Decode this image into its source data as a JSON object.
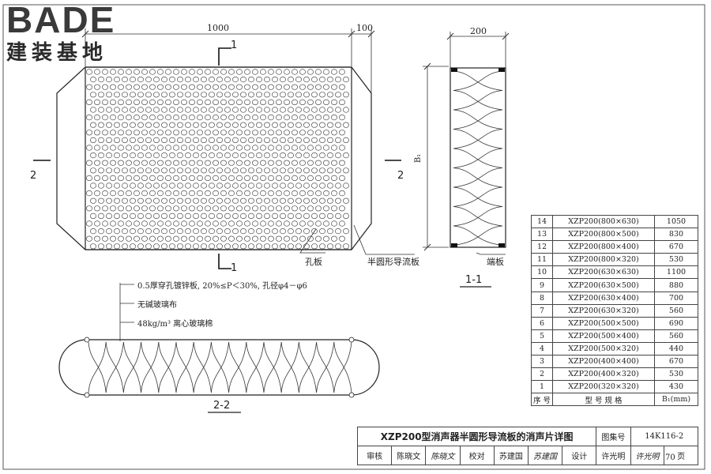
{
  "brand": {
    "name_en": "BADE",
    "name_cn": "建装基地"
  },
  "dimensions": {
    "d1000": "1000",
    "d100": "100",
    "d200": "200",
    "b1": "B₁"
  },
  "section_marks": {
    "s1_top": "1",
    "s1_bottom": "1",
    "s2_left": "2",
    "s2_right": "2",
    "view_11": "1-1",
    "view_22": "2-2"
  },
  "callouts": {
    "perforated_plate": "孔板",
    "guide_plate": "半圆形导流板",
    "end_plate": "端板",
    "layer1": "0.5厚穿孔镀锌板, 20%≤P＜30%, 孔径φ4－φ6",
    "layer2": "无碱玻璃布",
    "layer3": "48kg/m³ 离心玻璃棉"
  },
  "spec_table": {
    "header": {
      "no": "序 号",
      "model": "型 号 规 格",
      "b1": "B₁(mm)"
    },
    "rows": [
      {
        "no": "14",
        "model": "XZP200(800×630)",
        "b1": "1050"
      },
      {
        "no": "13",
        "model": "XZP200(800×500)",
        "b1": "830"
      },
      {
        "no": "12",
        "model": "XZP200(800×400)",
        "b1": "670"
      },
      {
        "no": "11",
        "model": "XZP200(800×320)",
        "b1": "530"
      },
      {
        "no": "10",
        "model": "XZP200(630×630)",
        "b1": "1100"
      },
      {
        "no": "9",
        "model": "XZP200(630×500)",
        "b1": "880"
      },
      {
        "no": "8",
        "model": "XZP200(630×400)",
        "b1": "700"
      },
      {
        "no": "7",
        "model": "XZP200(630×320)",
        "b1": "560"
      },
      {
        "no": "6",
        "model": "XZP200(500×500)",
        "b1": "690"
      },
      {
        "no": "5",
        "model": "XZP200(500×400)",
        "b1": "560"
      },
      {
        "no": "4",
        "model": "XZP200(500×320)",
        "b1": "440"
      },
      {
        "no": "3",
        "model": "XZP200(400×400)",
        "b1": "670"
      },
      {
        "no": "2",
        "model": "XZP200(400×320)",
        "b1": "530"
      },
      {
        "no": "1",
        "model": "XZP200(320×320)",
        "b1": "430"
      }
    ]
  },
  "title_block": {
    "title": "XZP200型消声器半圆形导流板的消声片详图",
    "atlas_label": "图集号",
    "atlas_no": "14K116-2",
    "review_label": "审核",
    "reviewer": "陈晓文",
    "reviewer_sig": "陈晓文",
    "check_label": "校对",
    "checker": "苏建国",
    "checker_sig": "苏建国",
    "design_label": "设计",
    "designer": "许光明",
    "designer_sig": "许光明",
    "page_label": "页",
    "page_no": "70"
  }
}
